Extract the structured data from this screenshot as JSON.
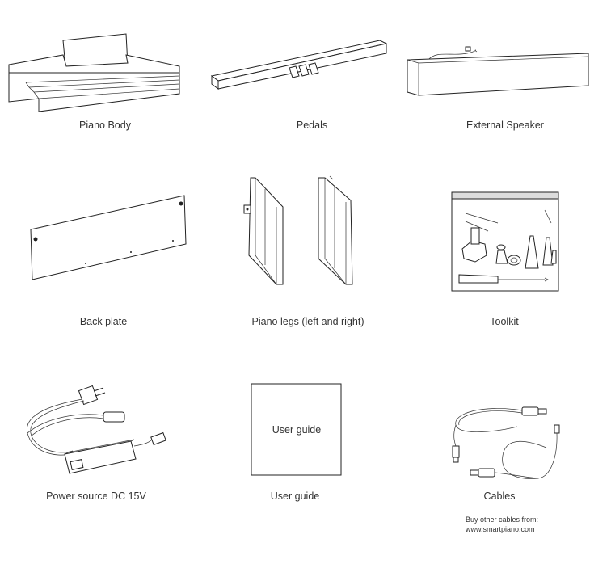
{
  "items": [
    {
      "id": "piano-body",
      "caption": "Piano Body",
      "icon": "piano-body-icon"
    },
    {
      "id": "pedals",
      "caption": "Pedals",
      "icon": "pedals-icon"
    },
    {
      "id": "external-speaker",
      "caption": "External Speaker",
      "icon": "speaker-icon"
    },
    {
      "id": "back-plate",
      "caption": "Back plate",
      "icon": "back-plate-icon"
    },
    {
      "id": "piano-legs",
      "caption": "Piano legs (left and right)",
      "icon": "piano-legs-icon"
    },
    {
      "id": "toolkit",
      "caption": "Toolkit",
      "icon": "toolkit-icon"
    },
    {
      "id": "power-source",
      "caption": "Power source DC 15V",
      "icon": "power-adapter-icon"
    },
    {
      "id": "user-guide",
      "caption": "User guide",
      "icon": "user-guide-icon",
      "cover_text": "User guide"
    },
    {
      "id": "cables",
      "caption": "Cables",
      "icon": "cables-icon"
    }
  ],
  "cables_note": {
    "line1": "Buy other cables from:",
    "line2": "www.smartpiano.com"
  }
}
